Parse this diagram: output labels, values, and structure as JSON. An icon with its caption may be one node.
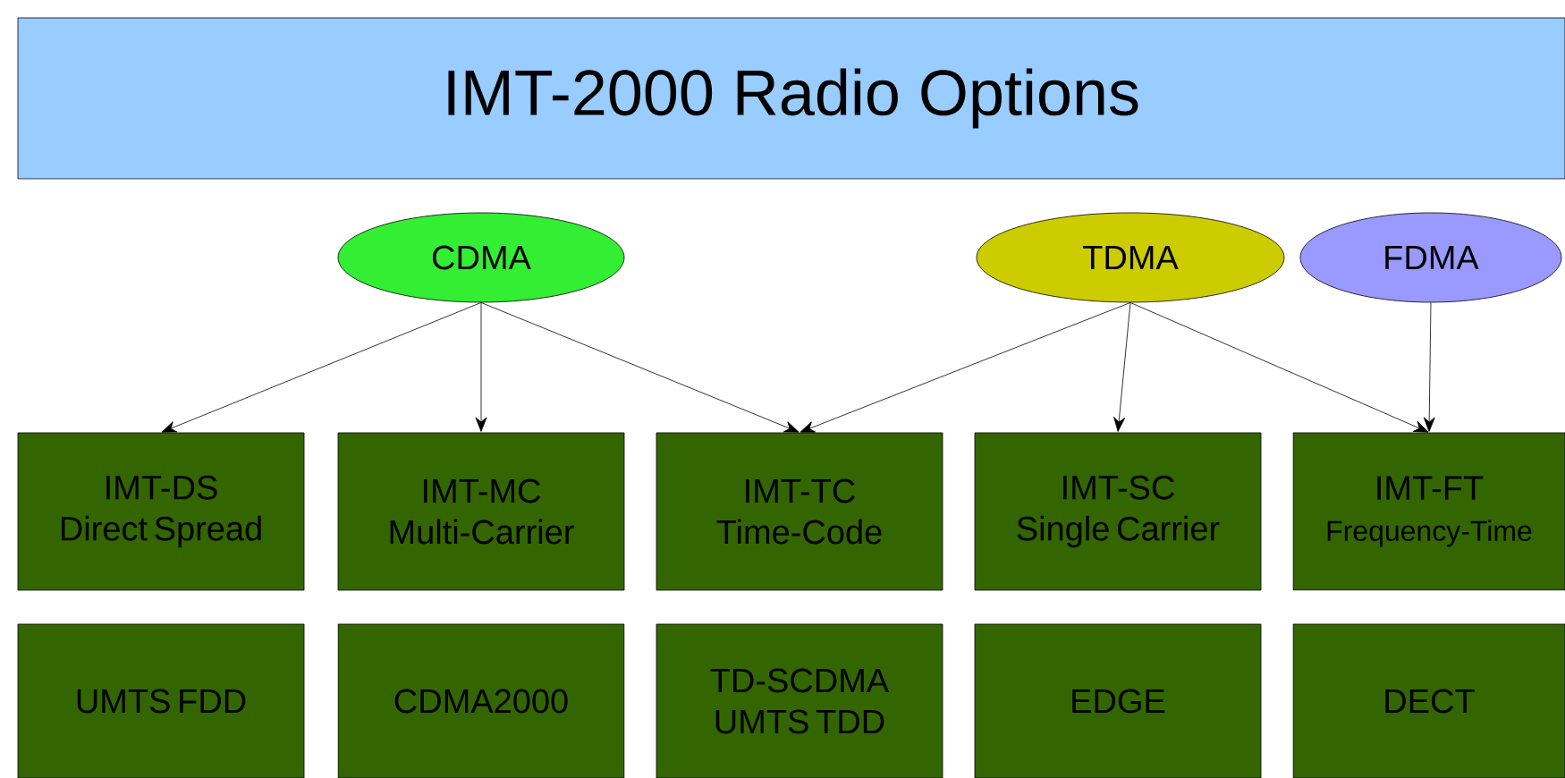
{
  "diagram": {
    "title": "IMT-2000 Radio Options",
    "nodes": [
      {
        "text": [
          "CDMA"
        ]
      },
      {
        "text": [
          "TDMA"
        ]
      },
      {
        "text": [
          "FDMA"
        ]
      },
      {
        "text": [
          "IMT-DS",
          "Direct Spread"
        ]
      },
      {
        "text": [
          "IMT-MC",
          "Multi-Carrier"
        ]
      },
      {
        "text": [
          "IMT-TC",
          "Time-Code"
        ]
      },
      {
        "text": [
          "IMT-SC",
          "Single Carrier"
        ]
      },
      {
        "text": [
          "IMT-FT",
          "Frequency-Time"
        ]
      },
      {
        "text": [
          "UMTS FDD"
        ]
      },
      {
        "text": [
          "CDMA2000"
        ]
      },
      {
        "text": [
          "TD-SCDMA UMTS TDD"
        ]
      },
      {
        "text": [
          "EDGE"
        ]
      },
      {
        "text": [
          "DECT"
        ]
      }
    ],
    "edges": [
      {
        "from": 0,
        "to": 3,
        "arrow": "to"
      },
      {
        "from": 0,
        "to": 4,
        "arrow": "to"
      },
      {
        "from": 0,
        "to": 5,
        "arrow": "to"
      },
      {
        "from": 1,
        "to": 5,
        "arrow": "to"
      },
      {
        "from": 1,
        "to": 6,
        "arrow": "to"
      },
      {
        "from": 1,
        "to": 7,
        "arrow": "to"
      },
      {
        "from": 2,
        "to": 7,
        "arrow": "to"
      }
    ]
  }
}
